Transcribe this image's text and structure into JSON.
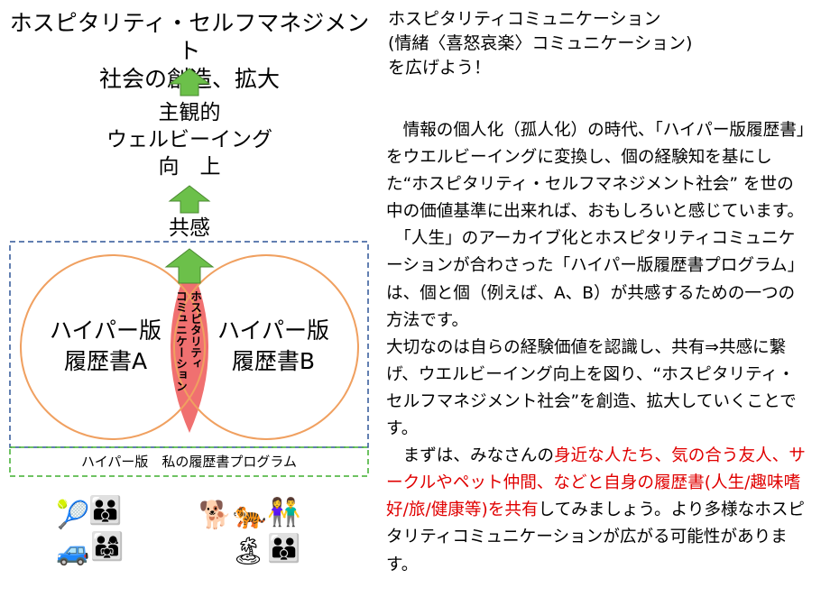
{
  "left": {
    "main_title_line1": "ホスピタリティ・セルフマネジメント",
    "main_title_line2": "社会の創造、拡大",
    "subjective_line1": "主観的",
    "subjective_line2": "ウェルビーイング",
    "subjective_line3": "向　上",
    "empathy": "共感",
    "circle_a_line1": "ハイパー版",
    "circle_a_line2": "履歴書A",
    "circle_b_line1": "ハイパー版",
    "circle_b_line2": "履歴書B",
    "lens_line1": "ホスピタリティ",
    "lens_line2": "コミュニケーション",
    "program_label": "ハイパー版　私の履歴書プログラム",
    "emojis": {
      "tennis": "🎾",
      "family1": "👪",
      "dog": "🐕",
      "tiger": "🐅",
      "couple": "👫",
      "car": "🚙",
      "family2": "👨‍👩‍👧",
      "island": "🏝",
      "family3": "👪"
    }
  },
  "right": {
    "title_line1": "ホスピタリティコミュニケーション",
    "title_line2": "(情緒〈喜怒哀楽〉コミュニケーション)",
    "title_line3": "を広げよう！",
    "p1": "　情報の個人化（孤人化）の時代、「ハイパー版履歴書」をウエルビーイングに変換し、個の経験知を基にした“ホスピタリティ・セルフマネジメント社会” を世の中の価値基準に出来れば、おもしろいと感じています。",
    "p2": "　「人生」のアーカイブ化とホスピタリティコミュニケーションが合わさった「ハイパー版履歴書プログラム」は、個と個（例えば、A、B）が共感するための一つの方法です。",
    "p3": "大切なのは自らの経験価値を認識し、共有⇒共感に繋げ、ウエルビーイング向上を図り、“ホスピタリティ・セルフマネジメント社会”を創造、拡大していくことです。",
    "p4_start": "　まずは、みなさんの",
    "p4_red": "身近な人たち、気の合う友人、サークルやペット仲間、などと自身の履歴書(人生/趣味嗜好/旅/健康等)を共有",
    "p4_end": "してみましょう。より多様なホスピタリティコミュニケーションが広がる可能性があります。"
  },
  "colors": {
    "arrow_green": "#6cc04a",
    "circle_orange": "#f0a060",
    "lens_red": "#f07070",
    "dashed_blue": "#2f5597",
    "dashed_green": "#3fae2f",
    "highlight_red": "#e00000"
  }
}
